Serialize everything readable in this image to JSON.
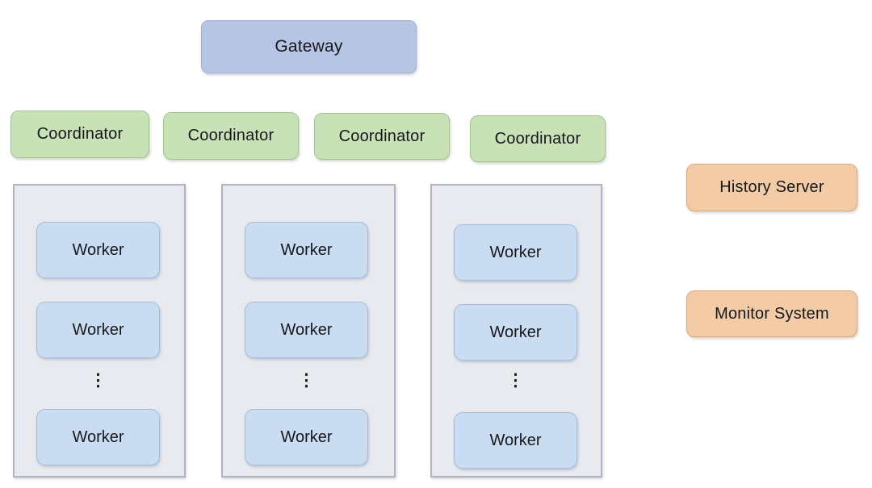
{
  "colors": {
    "canvas-bg": "#ffffff",
    "text": "#16181c",
    "gateway-fill": "#b7c5e4",
    "gateway-border": "#9fb0d4",
    "coordinator-fill": "#c9e1b6",
    "coordinator-border": "#a5c48c",
    "group-fill": "#e8eaef",
    "group-border": "#b0b4c2",
    "worker-fill": "#c9dcf2",
    "worker-border": "#a7bcd9",
    "service-fill": "#f3cba6",
    "service-border": "#d8ab7f"
  },
  "gateway": {
    "label": "Gateway"
  },
  "coordinators": [
    {
      "label": "Coordinator"
    },
    {
      "label": "Coordinator"
    },
    {
      "label": "Coordinator"
    },
    {
      "label": "Coordinator"
    }
  ],
  "worker_groups": [
    {
      "ellipsis": "⋮",
      "workers": [
        {
          "label": "Worker"
        },
        {
          "label": "Worker"
        },
        {
          "label": "Worker"
        }
      ]
    },
    {
      "ellipsis": "⋮",
      "workers": [
        {
          "label": "Worker"
        },
        {
          "label": "Worker"
        },
        {
          "label": "Worker"
        }
      ]
    },
    {
      "ellipsis": "⋮",
      "workers": [
        {
          "label": "Worker"
        },
        {
          "label": "Worker"
        },
        {
          "label": "Worker"
        }
      ]
    }
  ],
  "services": [
    {
      "label": "History Server"
    },
    {
      "label": "Monitor System"
    }
  ]
}
